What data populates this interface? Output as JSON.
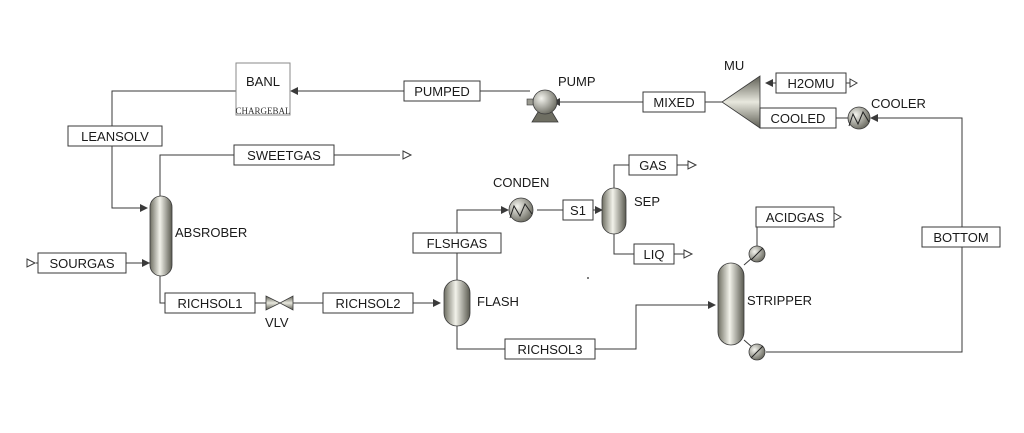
{
  "blocks": {
    "banl": {
      "label": "BANL",
      "sublabel": "CHARGEBAL"
    },
    "pump": {
      "label": "PUMP"
    },
    "mu": {
      "label": "MU"
    },
    "cooler": {
      "label": "COOLER"
    },
    "absorber": {
      "label": "ABSROBER"
    },
    "conden": {
      "label": "CONDEN"
    },
    "sep": {
      "label": "SEP"
    },
    "flash": {
      "label": "FLASH"
    },
    "stripper": {
      "label": "STRIPPER"
    },
    "vlv": {
      "label": "VLV"
    }
  },
  "streams": {
    "pumped": "PUMPED",
    "mixed": "MIXED",
    "h2omu": "H2OMU",
    "cooled": "COOLED",
    "leansolv": "LEANSOLV",
    "sweetgas": "SWEETGAS",
    "sourgas": "SOURGAS",
    "richsol1": "RICHSOL1",
    "richsol2": "RICHSOL2",
    "richsol3": "RICHSOL3",
    "flshgas": "FLSHGAS",
    "s1": "S1",
    "gas": "GAS",
    "liq": "LIQ",
    "acidgas": "ACIDGAS",
    "bottom": "BOTTOM"
  },
  "colors": {
    "line": "#3a3a3a",
    "equipment_light": "#f2f2ea",
    "equipment_dark": "#6e6e62"
  }
}
